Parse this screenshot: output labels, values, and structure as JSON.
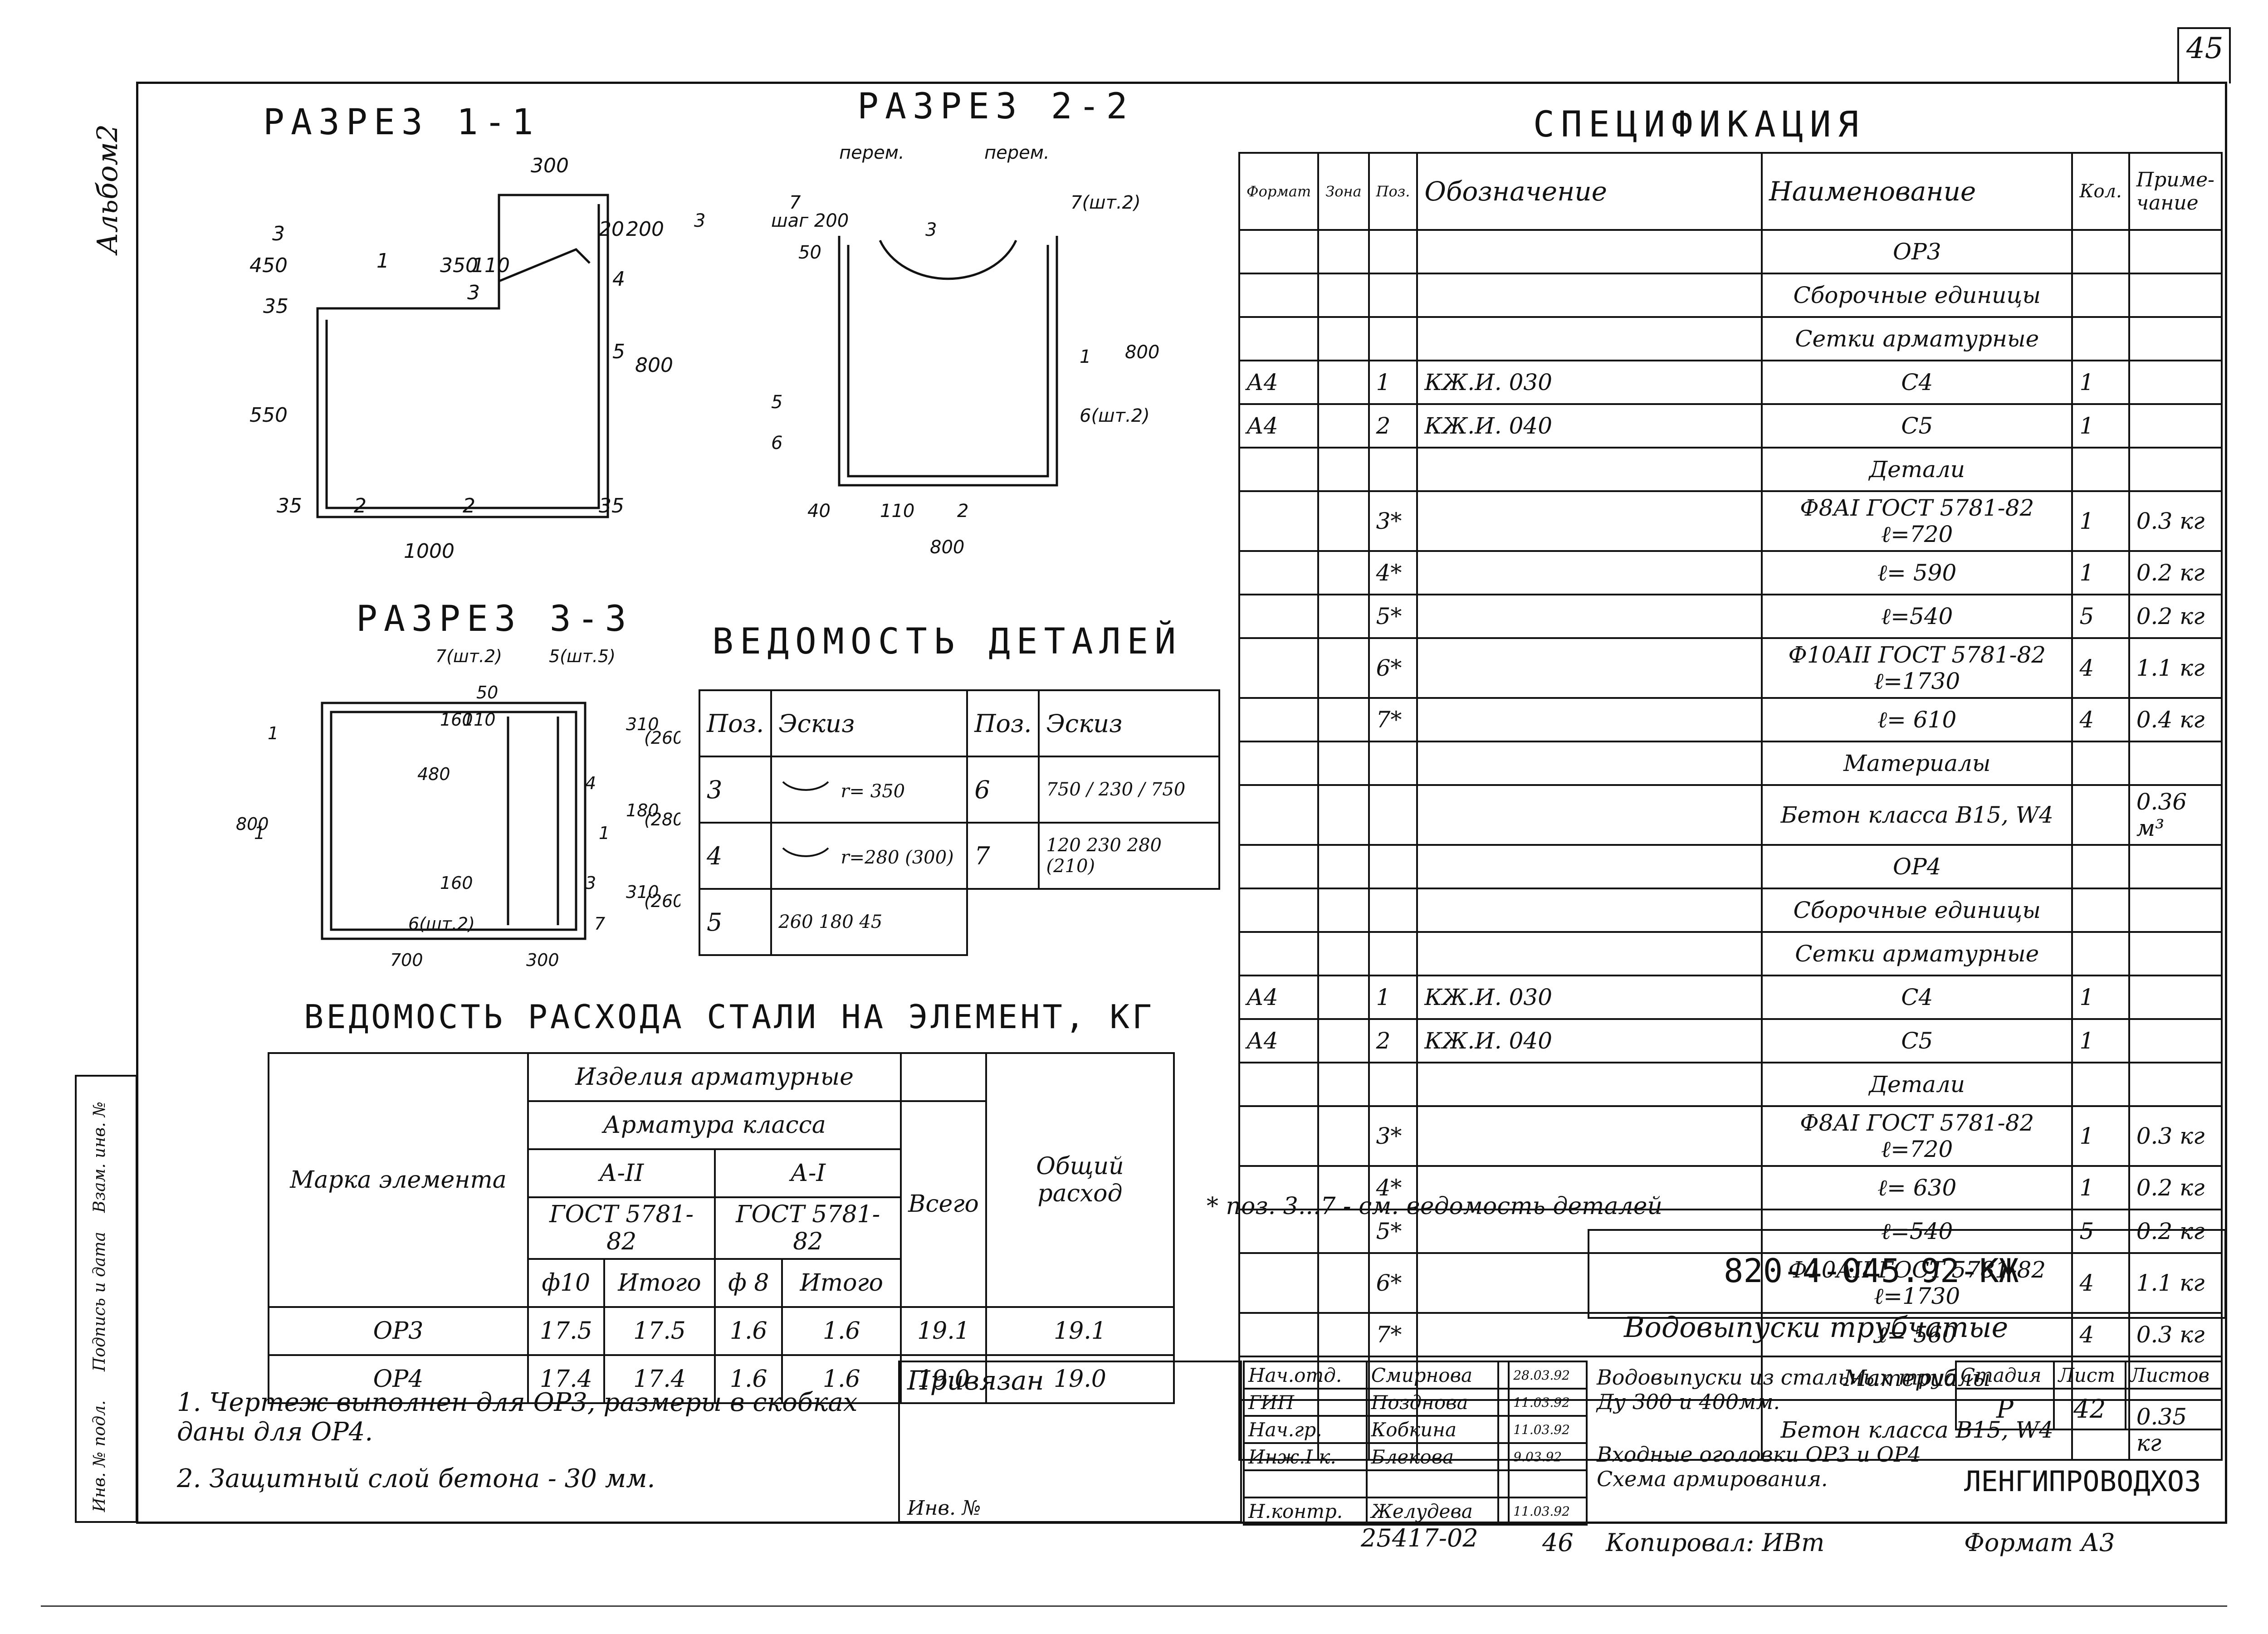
{
  "page_number": "45",
  "album": "Альбом2",
  "sections": {
    "s11": "РАЗРЕЗ 1-1",
    "s22": "РАЗРЕЗ 2-2",
    "s33": "РАЗРЕЗ 3-3"
  },
  "dims": {
    "s11": [
      "300",
      "450",
      "550",
      "35",
      "20",
      "200",
      "350",
      "110",
      "800",
      "1000",
      "35",
      "35",
      "2",
      "2",
      "3",
      "1",
      "4",
      "5",
      "3"
    ],
    "s22": [
      "перем.",
      "перем.",
      "7",
      "шаг 200",
      "7(шт.2)",
      "50",
      "800",
      "1",
      "5",
      "6",
      "6(шт.2)",
      "40",
      "110",
      "2",
      "800",
      "3",
      "3"
    ],
    "s33": [
      "7(шт.2)",
      "5(шт.5)",
      "1",
      "800",
      "480",
      "160",
      "110",
      "50",
      "160",
      "310",
      "(260)",
      "180",
      "(280)",
      "310",
      "(260)",
      "4",
      "1",
      "1",
      "3",
      "6(шт.2)",
      "7",
      "700",
      "300"
    ]
  },
  "spec": {
    "title": "СПЕЦИФИКАЦИЯ",
    "headers": [
      "Формат",
      "Зона",
      "Поз.",
      "Обозначение",
      "Наименование",
      "Кол.",
      "Приме-чание"
    ],
    "rows": [
      [
        "",
        "",
        "",
        "",
        "ОР3",
        "",
        ""
      ],
      [
        "",
        "",
        "",
        "",
        "Сборочные единицы",
        "",
        ""
      ],
      [
        "",
        "",
        "",
        "",
        "Сетки арматурные",
        "",
        ""
      ],
      [
        "А4",
        "",
        "1",
        "КЖ.И. 030",
        "С4",
        "1",
        ""
      ],
      [
        "А4",
        "",
        "2",
        "КЖ.И. 040",
        "С5",
        "1",
        ""
      ],
      [
        "",
        "",
        "",
        "",
        "Детали",
        "",
        ""
      ],
      [
        "",
        "",
        "3*",
        "",
        "Ф8АI ГОСТ 5781-82 ℓ=720",
        "1",
        "0.3 кг"
      ],
      [
        "",
        "",
        "4*",
        "",
        "ℓ= 590",
        "1",
        "0.2 кг"
      ],
      [
        "",
        "",
        "5*",
        "",
        "ℓ=540",
        "5",
        "0.2 кг"
      ],
      [
        "",
        "",
        "6*",
        "",
        "Ф10АII ГОСТ 5781-82 ℓ=1730",
        "4",
        "1.1 кг"
      ],
      [
        "",
        "",
        "7*",
        "",
        "ℓ= 610",
        "4",
        "0.4 кг"
      ],
      [
        "",
        "",
        "",
        "",
        "Материалы",
        "",
        ""
      ],
      [
        "",
        "",
        "",
        "",
        "Бетон класса В15, W4",
        "",
        "0.36 м³"
      ],
      [
        "",
        "",
        "",
        "",
        "ОР4",
        "",
        ""
      ],
      [
        "",
        "",
        "",
        "",
        "Сборочные единицы",
        "",
        ""
      ],
      [
        "",
        "",
        "",
        "",
        "Сетки арматурные",
        "",
        ""
      ],
      [
        "А4",
        "",
        "1",
        "КЖ.И. 030",
        "С4",
        "1",
        ""
      ],
      [
        "А4",
        "",
        "2",
        "КЖ.И. 040",
        "С5",
        "1",
        ""
      ],
      [
        "",
        "",
        "",
        "",
        "Детали",
        "",
        ""
      ],
      [
        "",
        "",
        "3*",
        "",
        "Ф8АI ГОСТ 5781-82 ℓ=720",
        "1",
        "0.3 кг"
      ],
      [
        "",
        "",
        "4*",
        "",
        "ℓ= 630",
        "1",
        "0.2 кг"
      ],
      [
        "",
        "",
        "5*",
        "",
        "ℓ=540",
        "5",
        "0.2 кг"
      ],
      [
        "",
        "",
        "6*",
        "",
        "Ф10АII ГОСТ 5781-82 ℓ=1730",
        "4",
        "1.1 кг"
      ],
      [
        "",
        "",
        "7*",
        "",
        "ℓ= 560",
        "4",
        "0.3 кг"
      ],
      [
        "",
        "",
        "",
        "",
        "Материалы",
        "",
        ""
      ],
      [
        "",
        "",
        "",
        "",
        "Бетон класса В15, W4",
        "",
        "0.35 кг"
      ]
    ],
    "footnote": "* поз. 3...7 - см. ведомость деталей"
  },
  "details": {
    "title": "ВЕДОМОСТЬ ДЕТАЛЕЙ",
    "h_pos": "Поз.",
    "h_sketch": "Эскиз",
    "rows": [
      {
        "pos": "3",
        "sketch": "r= 350",
        "pos2": "6",
        "sketch2": "750 / 230 / 750"
      },
      {
        "pos": "4",
        "sketch": "r=280 (300)",
        "pos2": "7",
        "sketch2": "120 230 280 (210)"
      },
      {
        "pos": "5",
        "sketch": "260 180 45",
        "pos2": "",
        "sketch2": ""
      }
    ]
  },
  "steel": {
    "title": "ВЕДОМОСТЬ РАСХОДА СТАЛИ НА ЭЛЕМЕНТ, КГ",
    "h_mark": "Марка элемента",
    "h_items": "Изделия арматурные",
    "h_class": "Арматура класса",
    "h_a2": "А-II",
    "h_a1": "А-I",
    "h_gost": "ГОСТ 5781-82",
    "h_d10": "ф10",
    "h_d8": "ф 8",
    "h_tot": "Итого",
    "h_all": "Всего",
    "h_total": "Общий расход",
    "rows": [
      [
        "ОР3",
        "17.5",
        "17.5",
        "1.6",
        "1.6",
        "19.1",
        "19.1"
      ],
      [
        "ОР4",
        "17.4",
        "17.4",
        "1.6",
        "1.6",
        "19.0",
        "19.0"
      ]
    ]
  },
  "notes": [
    "1. Чертеж выполнен для ОР3, размеры в скобках даны для ОР4.",
    "2. Защитный слой бетона - 30 мм."
  ],
  "stamp": {
    "code": "820-4-045.92-КЖ",
    "project": "Водовыпуски трубчатые",
    "privyazan": "Привязан",
    "inv": "Инв. №",
    "people": [
      [
        "Нач.отд.",
        "Смирнова",
        "28.03.92"
      ],
      [
        "ГИП",
        "Позднова",
        "11.03.92"
      ],
      [
        "Нач.гр.",
        "Кобкина",
        "11.03.92"
      ],
      [
        "Инж.I к.",
        "Блекова",
        "9.03.92"
      ],
      [
        "",
        "",
        " "
      ],
      [
        "Н.контр.",
        "Желудева",
        "11.03.92"
      ]
    ],
    "desc1": "Водовыпуски из стальных труб Ду 300 и 400мм.",
    "desc2": "Входные оголовки ОР3 и ОР4 Схема армирования.",
    "h_stage": "Стадия",
    "h_sheet": "Лист",
    "h_sheets": "Листов",
    "stage": "Р",
    "sheet": "42",
    "org": "ЛЕНГИПРОВОДХОЗ",
    "bottom_num": "25417-02",
    "bottom_46": "46",
    "copied": "Копировал: ИВт",
    "format": "Формат А3"
  },
  "sidebar": [
    "Взам. инв. №",
    "Подпись и дата",
    "Инв. № подл."
  ]
}
